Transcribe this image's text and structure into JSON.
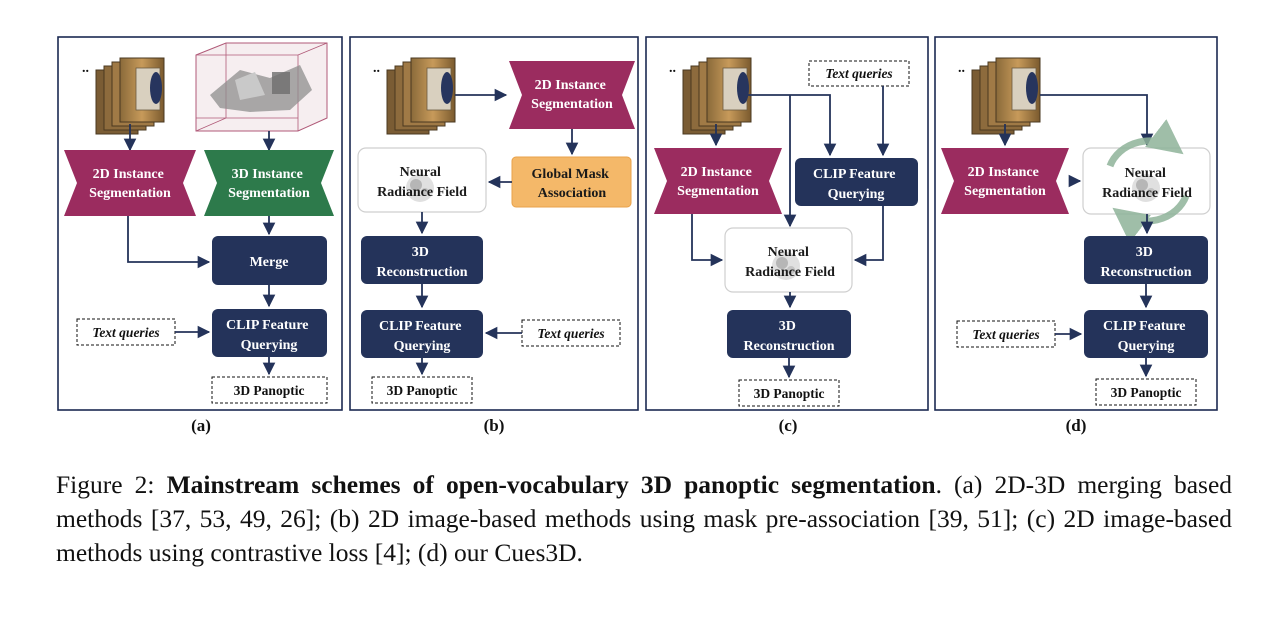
{
  "colors": {
    "navy": "#24335a",
    "magenta": "#9b2c5f",
    "green": "#2d7a4b",
    "orange": "#f4b869",
    "frame": "#1c2a52",
    "arrow": "#24335a"
  },
  "panels": [
    {
      "label": "(a)",
      "box_2d": [
        "2D Instance",
        "Segmentation"
      ],
      "box_3d": [
        "3D Instance",
        "Segmentation"
      ],
      "merge": "Merge",
      "clip": [
        "CLIP Feature",
        "Querying"
      ],
      "text_queries": "Text queries",
      "output": "3D Panoptic"
    },
    {
      "label": "(b)",
      "box_2d": [
        "2D Instance",
        "Segmentation"
      ],
      "nerf": [
        "Neural",
        "Radiance Field"
      ],
      "mask_assoc": [
        "Global Mask",
        "Association"
      ],
      "recon": [
        "3D",
        "Reconstruction"
      ],
      "clip": [
        "CLIP Feature",
        "Querying"
      ],
      "text_queries": "Text queries",
      "output": "3D Panoptic"
    },
    {
      "label": "(c)",
      "text_queries": "Text queries",
      "box_2d": [
        "2D Instance",
        "Segmentation"
      ],
      "clip": [
        "CLIP Feature",
        "Querying"
      ],
      "nerf": [
        "Neural",
        "Radiance Field"
      ],
      "recon": [
        "3D",
        "Reconstruction"
      ],
      "output": "3D Panoptic"
    },
    {
      "label": "(d)",
      "box_2d": [
        "2D Instance",
        "Segmentation"
      ],
      "nerf": [
        "Neural",
        "Radiance Field"
      ],
      "recon": [
        "3D",
        "Reconstruction"
      ],
      "clip": [
        "CLIP Feature",
        "Querying"
      ],
      "text_queries": "Text queries",
      "output": "3D Panoptic"
    }
  ],
  "caption": {
    "prefix": "Figure 2: ",
    "title": "Mainstream schemes of open-vocabulary 3D panoptic segmentation",
    "body": ". (a) 2D-3D merging based methods [37, 53, 49, 26]; (b) 2D image-based methods using mask pre-association [39, 51]; (c) 2D image-based methods using contrastive loss [4]; (d) our Cues3D."
  }
}
